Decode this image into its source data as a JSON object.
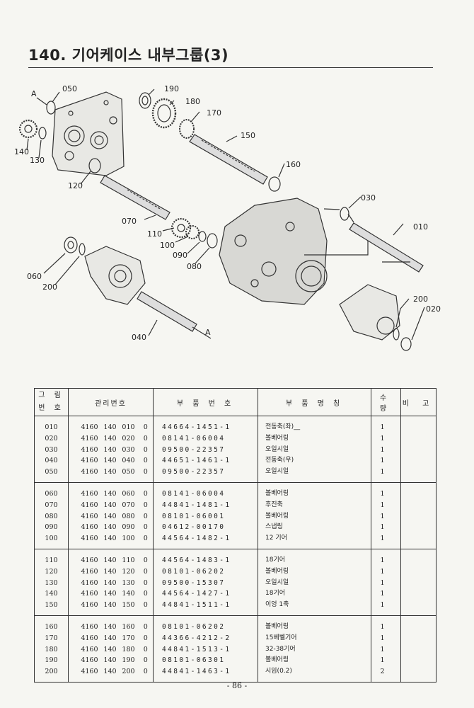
{
  "page_title": "140. 기어케이스 내부그룹(3)",
  "diagram_callouts": {
    "a_top": "A",
    "a_bottom": "A",
    "c050": "050",
    "c190": "190",
    "c180": "180",
    "c170": "170",
    "c150": "150",
    "c160": "160",
    "c140": "140",
    "c130": "130",
    "c120": "120",
    "c070": "070",
    "c110": "110",
    "c100": "100",
    "c090": "090",
    "c080": "080",
    "c030": "030",
    "c010": "010",
    "c060": "060",
    "c200a": "200",
    "c040": "040",
    "c200b": "200",
    "c020": "020"
  },
  "table": {
    "headers": {
      "fig_no": "그 림\n번 호",
      "mgmt_no": "관리번호",
      "part_no": "부 품 번 호",
      "part_name": "부 품 명 칭",
      "qty": "수 량",
      "remarks": "비 고"
    },
    "rows": [
      {
        "fig": "010",
        "m1": "4160",
        "m2": "140",
        "m3": "010",
        "m4": "0",
        "part": "44664-1451-1",
        "name": "전동축(좌)__",
        "qty": "1"
      },
      {
        "fig": "020",
        "m1": "4160",
        "m2": "140",
        "m3": "020",
        "m4": "0",
        "part": "08141-06004",
        "name": "볼베어링",
        "qty": "1"
      },
      {
        "fig": "030",
        "m1": "4160",
        "m2": "140",
        "m3": "030",
        "m4": "0",
        "part": "09500-22357",
        "name": "오일시일",
        "qty": "1"
      },
      {
        "fig": "040",
        "m1": "4160",
        "m2": "140",
        "m3": "040",
        "m4": "0",
        "part": "44651-1461-1",
        "name": "전동축(우)",
        "qty": "1"
      },
      {
        "fig": "050",
        "m1": "4160",
        "m2": "140",
        "m3": "050",
        "m4": "0",
        "part": "09500-22357",
        "name": "오일시일",
        "qty": "1"
      },
      {
        "fig": "060",
        "m1": "4160",
        "m2": "140",
        "m3": "060",
        "m4": "0",
        "part": "08141-06004",
        "name": "볼베어링",
        "qty": "1"
      },
      {
        "fig": "070",
        "m1": "4160",
        "m2": "140",
        "m3": "070",
        "m4": "0",
        "part": "44841-1481-1",
        "name": "후진축",
        "qty": "1"
      },
      {
        "fig": "080",
        "m1": "4160",
        "m2": "140",
        "m3": "080",
        "m4": "0",
        "part": "08101-06001",
        "name": "볼베어링",
        "qty": "1"
      },
      {
        "fig": "090",
        "m1": "4160",
        "m2": "140",
        "m3": "090",
        "m4": "0",
        "part": "04612-00170",
        "name": "스냅링",
        "qty": "1"
      },
      {
        "fig": "100",
        "m1": "4160",
        "m2": "140",
        "m3": "100",
        "m4": "0",
        "part": "44564-1482-1",
        "name": "12 기어",
        "qty": "1"
      },
      {
        "fig": "110",
        "m1": "4160",
        "m2": "140",
        "m3": "110",
        "m4": "0",
        "part": "44564-1483-1",
        "name": "18기어",
        "qty": "1"
      },
      {
        "fig": "120",
        "m1": "4160",
        "m2": "140",
        "m3": "120",
        "m4": "0",
        "part": "08101-06202",
        "name": "볼베어링",
        "qty": "1"
      },
      {
        "fig": "130",
        "m1": "4160",
        "m2": "140",
        "m3": "130",
        "m4": "0",
        "part": "09500-15307",
        "name": "오일시일",
        "qty": "1"
      },
      {
        "fig": "140",
        "m1": "4160",
        "m2": "140",
        "m3": "140",
        "m4": "0",
        "part": "44564-1427-1",
        "name": "18기어",
        "qty": "1"
      },
      {
        "fig": "150",
        "m1": "4160",
        "m2": "140",
        "m3": "150",
        "m4": "0",
        "part": "44841-1511-1",
        "name": "이엉 1축",
        "qty": "1"
      },
      {
        "fig": "160",
        "m1": "4160",
        "m2": "140",
        "m3": "160",
        "m4": "0",
        "part": "08101-06202",
        "name": "볼베어링",
        "qty": "1"
      },
      {
        "fig": "170",
        "m1": "4160",
        "m2": "140",
        "m3": "170",
        "m4": "0",
        "part": "44366-4212-2",
        "name": "15베벨기어",
        "qty": "1"
      },
      {
        "fig": "180",
        "m1": "4160",
        "m2": "140",
        "m3": "180",
        "m4": "0",
        "part": "44841-1513-1",
        "name": "32-38기어",
        "qty": "1"
      },
      {
        "fig": "190",
        "m1": "4160",
        "m2": "140",
        "m3": "190",
        "m4": "0",
        "part": "08101-06301",
        "name": "볼베어링",
        "qty": "1"
      },
      {
        "fig": "200",
        "m1": "4160",
        "m2": "140",
        "m3": "200",
        "m4": "0",
        "part": "44841-1463-1",
        "name": "시임(0.2)",
        "qty": "2"
      }
    ]
  },
  "page_number": "- 86 -"
}
